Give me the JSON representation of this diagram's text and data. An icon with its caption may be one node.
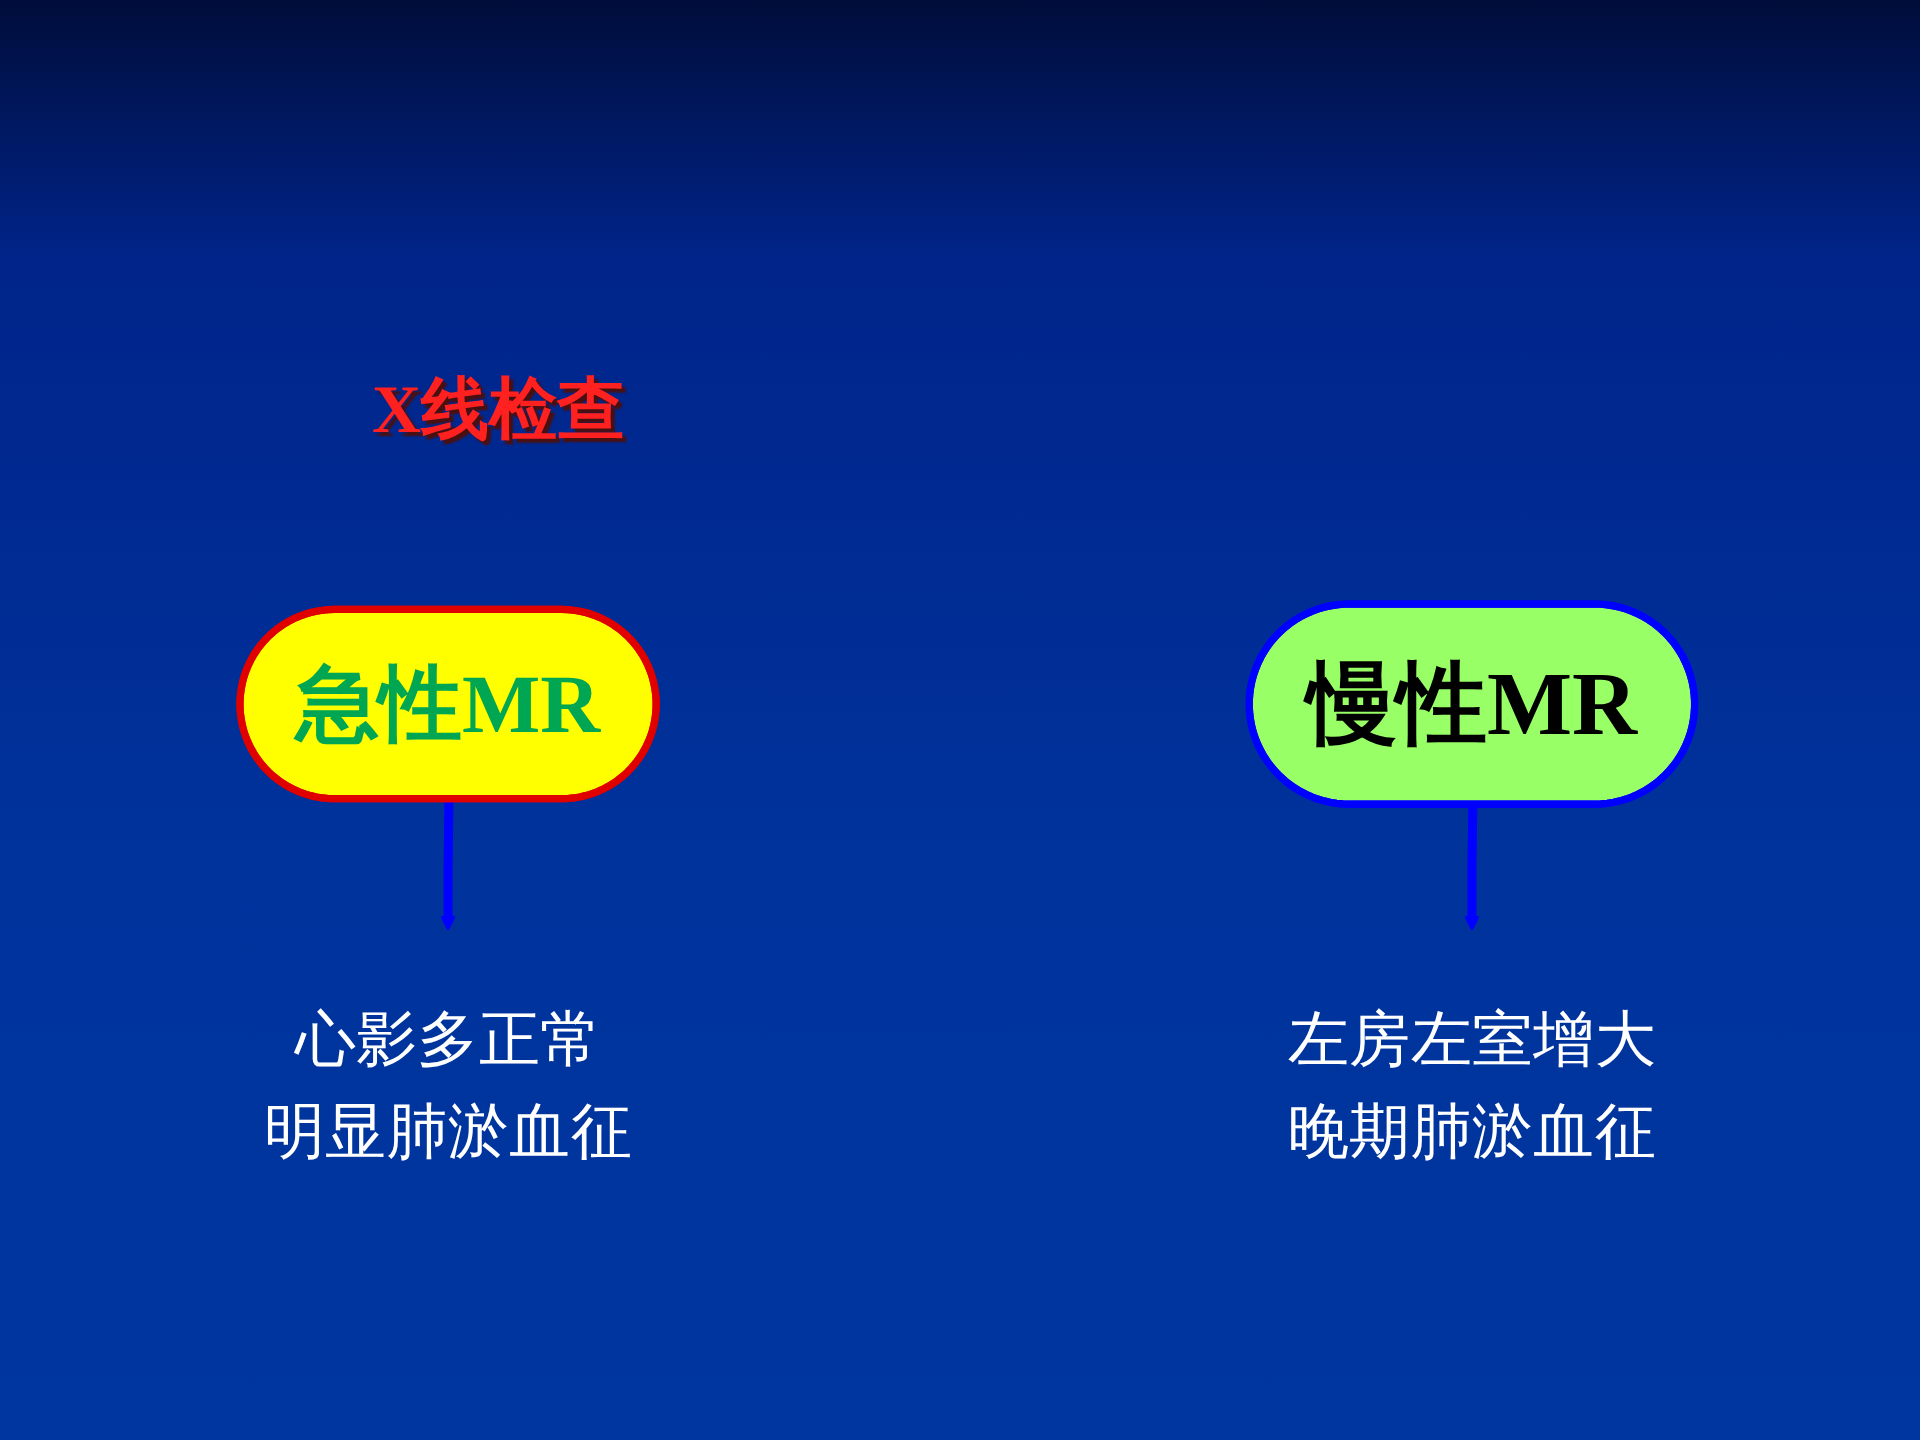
{
  "diagram": {
    "title": "X线检查",
    "nodes": [
      {
        "text": [
          "急性MR"
        ]
      },
      {
        "text": [
          "慢性MR"
        ]
      },
      {
        "text": [
          "心影多正常",
          "明显肺淤血征"
        ]
      },
      {
        "text": [
          "左房左室增大",
          "晚期肺淤血征"
        ]
      }
    ],
    "edges": [
      {
        "from": 0,
        "to": 2,
        "arrow": "to"
      },
      {
        "from": 1,
        "to": 3,
        "arrow": "to"
      }
    ]
  }
}
